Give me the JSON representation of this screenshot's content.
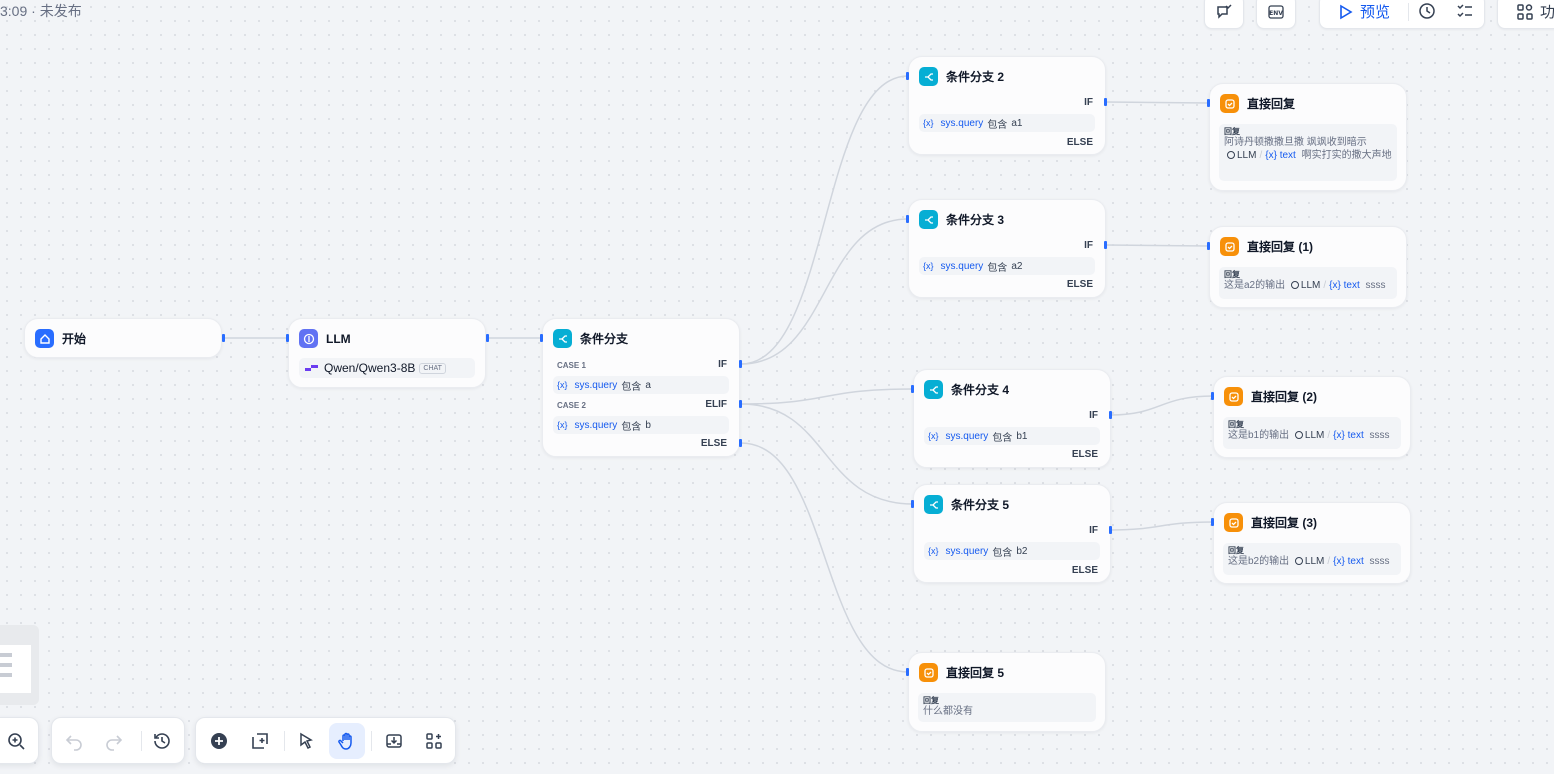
{
  "header": {
    "status": "3:09 · 未发布",
    "preview_label": "预览",
    "features_label": "功"
  },
  "nodes": {
    "start": {
      "title": "开始"
    },
    "llm": {
      "title": "LLM",
      "model": "Qwen/Qwen3-8B",
      "mode_badge": "CHAT"
    },
    "if_main": {
      "title": "条件分支",
      "case1": "CASE 1",
      "if_label": "IF",
      "cond1": {
        "var_icon": "{x}",
        "var": "sys.query",
        "op": "包含",
        "value": "a"
      },
      "case2": "CASE 2",
      "elif_label": "ELIF",
      "cond2": {
        "var_icon": "{x}",
        "var": "sys.query",
        "op": "包含",
        "value": "b"
      },
      "else_label": "ELSE"
    },
    "if2": {
      "title": "条件分支 2",
      "if_label": "IF",
      "cond": {
        "var_icon": "{x}",
        "var": "sys.query",
        "op": "包含",
        "value": "a1"
      },
      "else_label": "ELSE"
    },
    "if3": {
      "title": "条件分支 3",
      "if_label": "IF",
      "cond": {
        "var_icon": "{x}",
        "var": "sys.query",
        "op": "包含",
        "value": "a2"
      },
      "else_label": "ELSE"
    },
    "if4": {
      "title": "条件分支 4",
      "if_label": "IF",
      "cond": {
        "var_icon": "{x}",
        "var": "sys.query",
        "op": "包含",
        "value": "b1"
      },
      "else_label": "ELSE"
    },
    "if5": {
      "title": "条件分支 5",
      "if_label": "IF",
      "cond": {
        "var_icon": "{x}",
        "var": "sys.query",
        "op": "包含",
        "value": "b2"
      },
      "else_label": "ELSE"
    },
    "answer": {
      "title": "直接回复",
      "label": "回复",
      "text_before": "阿诗丹顿撒撒旦撒 飒飒收到暗示",
      "tag_llm": "LLM",
      "sep": "/",
      "tag_var": "{x} text",
      "text_after": "啊实打实的撒大声地"
    },
    "answer1": {
      "title": "直接回复 (1)",
      "label": "回复",
      "text_before": "这是a2的输出",
      "tag_llm": "LLM",
      "sep": "/",
      "tag_var": "{x} text",
      "text_after": "ssss"
    },
    "answer2": {
      "title": "直接回复 (2)",
      "label": "回复",
      "text_before": "这是b1的输出",
      "tag_llm": "LLM",
      "sep": "/",
      "tag_var": "{x} text",
      "text_after": "ssss"
    },
    "answer3": {
      "title": "直接回复 (3)",
      "label": "回复",
      "text_before": "这是b2的输出",
      "tag_llm": "LLM",
      "sep": "/",
      "tag_var": "{x} text",
      "text_after": "ssss"
    },
    "answer5": {
      "title": "直接回复 5",
      "label": "回复",
      "text": "什么都没有"
    }
  },
  "toolbar": {
    "tools": [
      "zoom-in",
      "undo",
      "redo",
      "history",
      "add-node",
      "add-note",
      "pointer",
      "hand",
      "export-image",
      "organize"
    ],
    "active_tool": "hand"
  },
  "colors": {
    "accent": "#155aef",
    "start_icon": "#296dff",
    "llm_icon": "#6172f3",
    "branch_icon": "#06aed4",
    "answer_icon": "#f79009",
    "edge": "#d0d5dd"
  }
}
